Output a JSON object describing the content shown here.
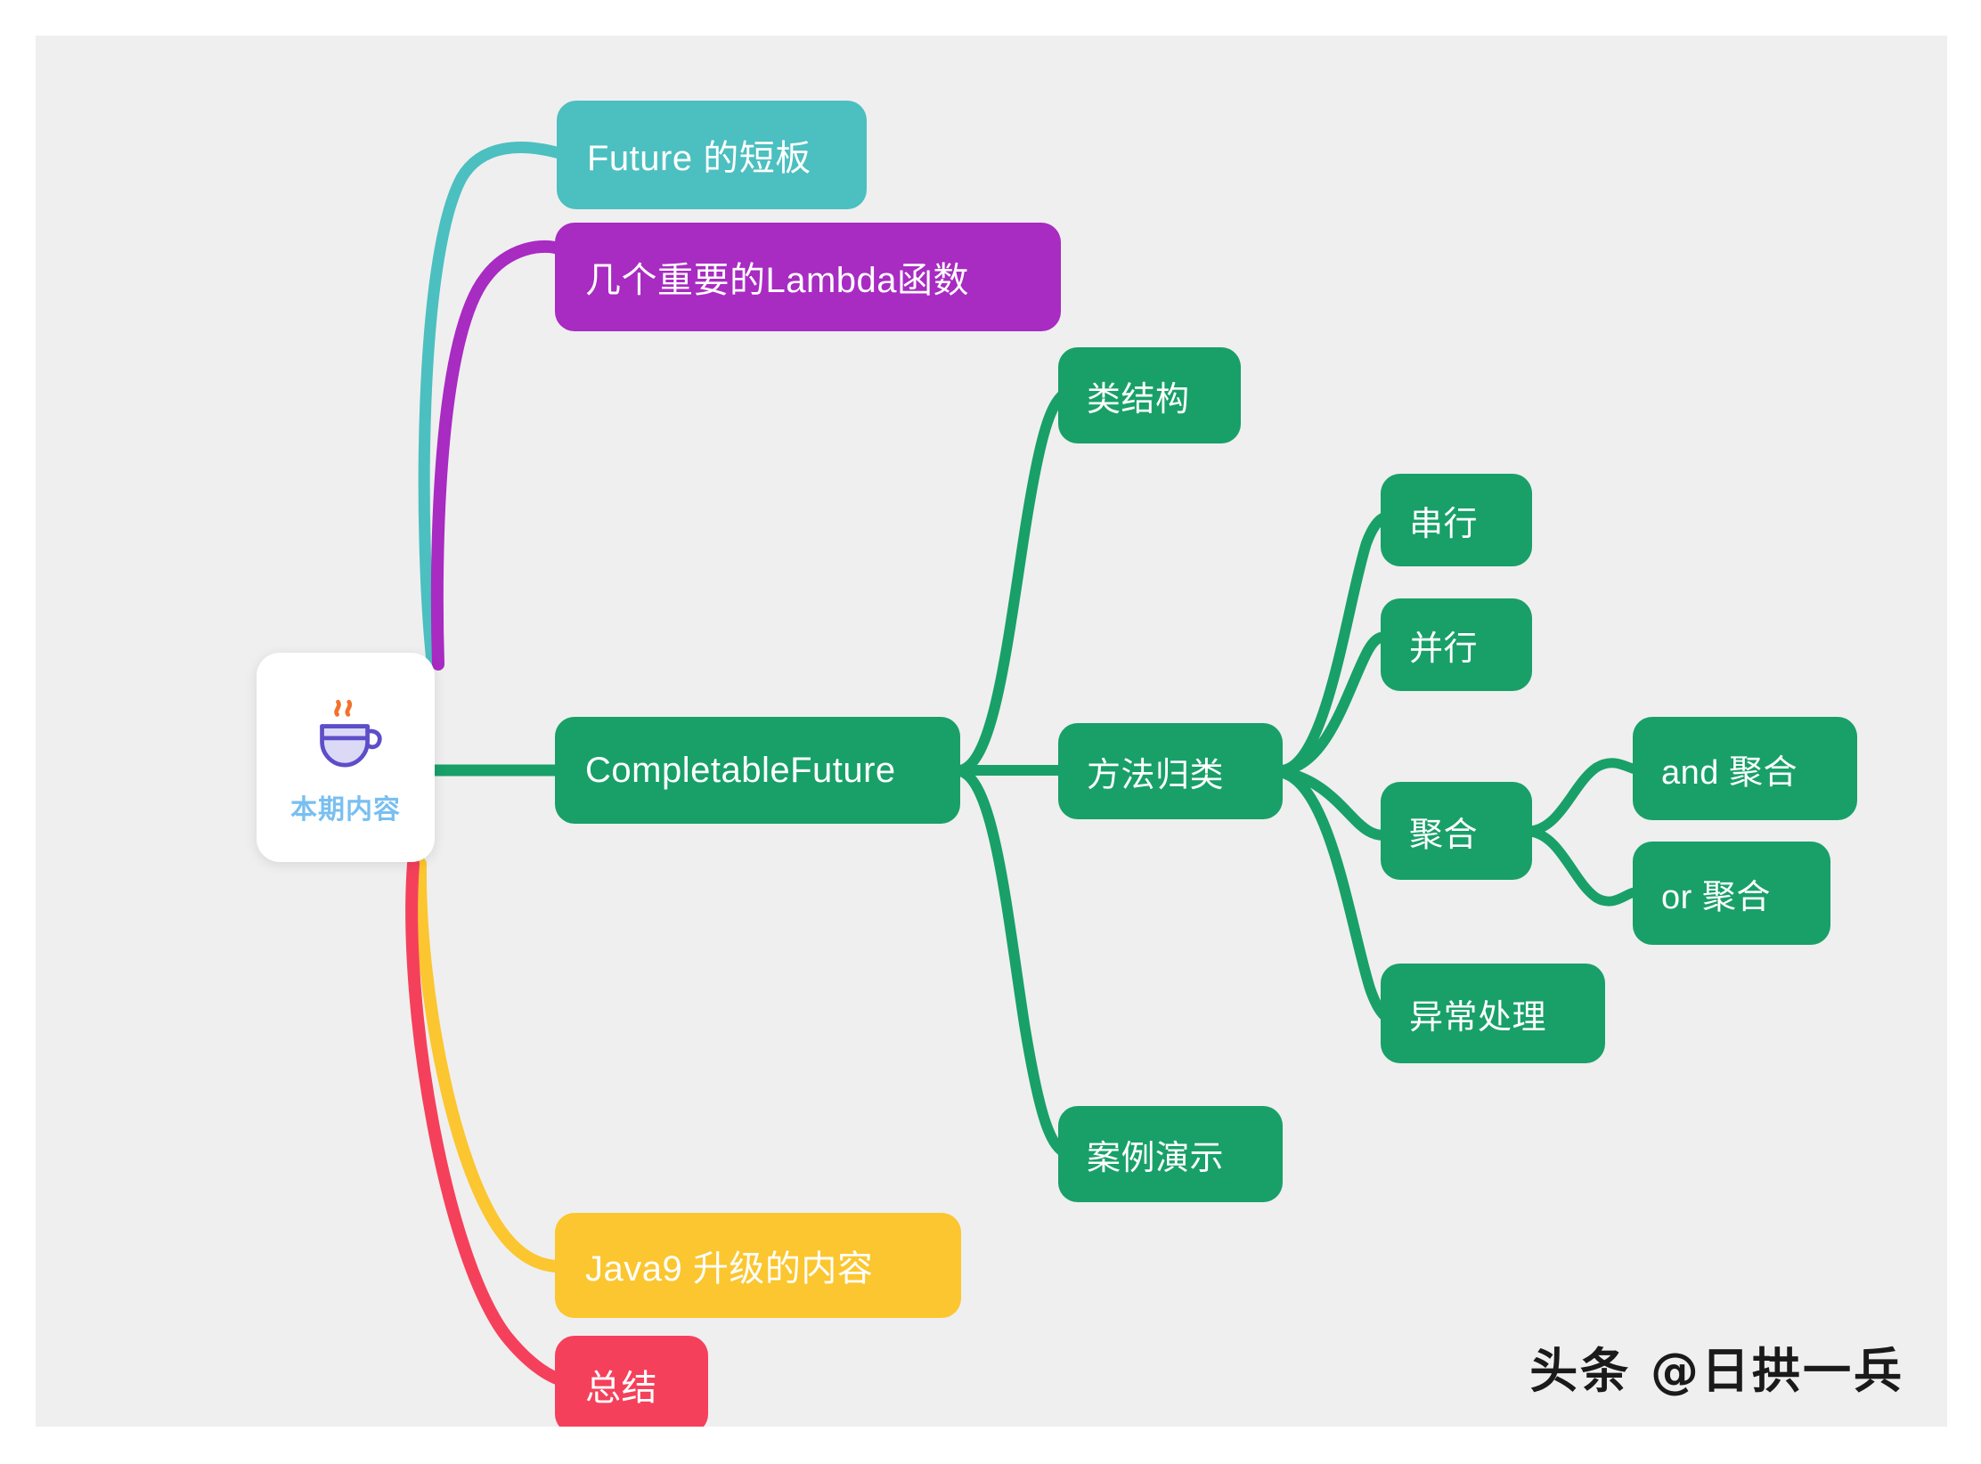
{
  "canvas": {
    "background": "#efefef",
    "page_background": "#ffffff"
  },
  "root": {
    "label": "本期内容",
    "icon": "coffee-cup-icon",
    "label_color": "#79bff1",
    "cup_color": "#5d4ec8",
    "steam_color": "#f2722b"
  },
  "watermark": {
    "text": "头条 @日拱一兵"
  },
  "colors": {
    "green": "#18a068",
    "teal": "#4cbfc0",
    "purple": "#a82bc2",
    "amber": "#fbc62f",
    "red": "#f5405b"
  },
  "nodes": {
    "future_shortcoming": {
      "label": "Future 的短板",
      "color": "#4cbfc0"
    },
    "lambda_functions": {
      "label": "几个重要的Lambda函数",
      "color": "#a82bc2"
    },
    "completable_future": {
      "label": "CompletableFuture",
      "color": "#18a068"
    },
    "class_structure": {
      "label": "类结构",
      "color": "#18a068"
    },
    "method_category": {
      "label": "方法归类",
      "color": "#18a068"
    },
    "serial": {
      "label": "串行",
      "color": "#18a068"
    },
    "parallel": {
      "label": "并行",
      "color": "#18a068"
    },
    "aggregate": {
      "label": "聚合",
      "color": "#18a068"
    },
    "and_aggregate": {
      "label": "and 聚合",
      "color": "#18a068"
    },
    "or_aggregate": {
      "label": "or 聚合",
      "color": "#18a068"
    },
    "exception_handling": {
      "label": "异常处理",
      "color": "#18a068"
    },
    "case_demo": {
      "label": "案例演示",
      "color": "#18a068"
    },
    "java9_upgrade": {
      "label": "Java9 升级的内容",
      "color": "#fbc62f"
    },
    "summary": {
      "label": "总结",
      "color": "#f5405b"
    }
  },
  "edges": [
    {
      "from": "本期内容",
      "to": "Future 的短板",
      "color": "#4cbfc0"
    },
    {
      "from": "本期内容",
      "to": "几个重要的Lambda函数",
      "color": "#a82bc2"
    },
    {
      "from": "本期内容",
      "to": "CompletableFuture",
      "color": "#18a068"
    },
    {
      "from": "本期内容",
      "to": "Java9 升级的内容",
      "color": "#fbc62f"
    },
    {
      "from": "本期内容",
      "to": "总结",
      "color": "#f5405b"
    },
    {
      "from": "CompletableFuture",
      "to": "类结构",
      "color": "#18a068"
    },
    {
      "from": "CompletableFuture",
      "to": "方法归类",
      "color": "#18a068"
    },
    {
      "from": "CompletableFuture",
      "to": "案例演示",
      "color": "#18a068"
    },
    {
      "from": "方法归类",
      "to": "串行",
      "color": "#18a068"
    },
    {
      "from": "方法归类",
      "to": "并行",
      "color": "#18a068"
    },
    {
      "from": "方法归类",
      "to": "聚合",
      "color": "#18a068"
    },
    {
      "from": "方法归类",
      "to": "异常处理",
      "color": "#18a068"
    },
    {
      "from": "聚合",
      "to": "and 聚合",
      "color": "#18a068"
    },
    {
      "from": "聚合",
      "to": "or 聚合",
      "color": "#18a068"
    }
  ]
}
